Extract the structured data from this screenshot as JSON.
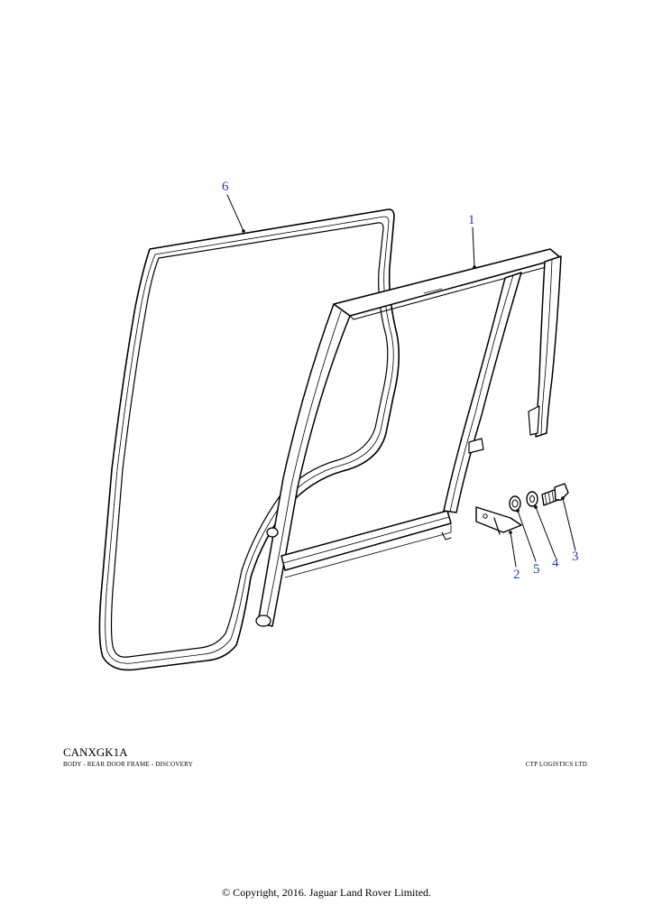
{
  "callouts": {
    "c1": "1",
    "c2": "2",
    "c3": "3",
    "c4": "4",
    "c5": "5",
    "c6": "6"
  },
  "footer": {
    "code": "CANXGK1A",
    "caption": "BODY - REAR DOOR FRAME - DISCOVERY",
    "vendor": "CTP LOGISTICS LTD",
    "copyright": "© Copyright, 2016. Jaguar Land Rover Limited."
  },
  "colors": {
    "callout": "#1a3fc4",
    "line": "#000000"
  }
}
